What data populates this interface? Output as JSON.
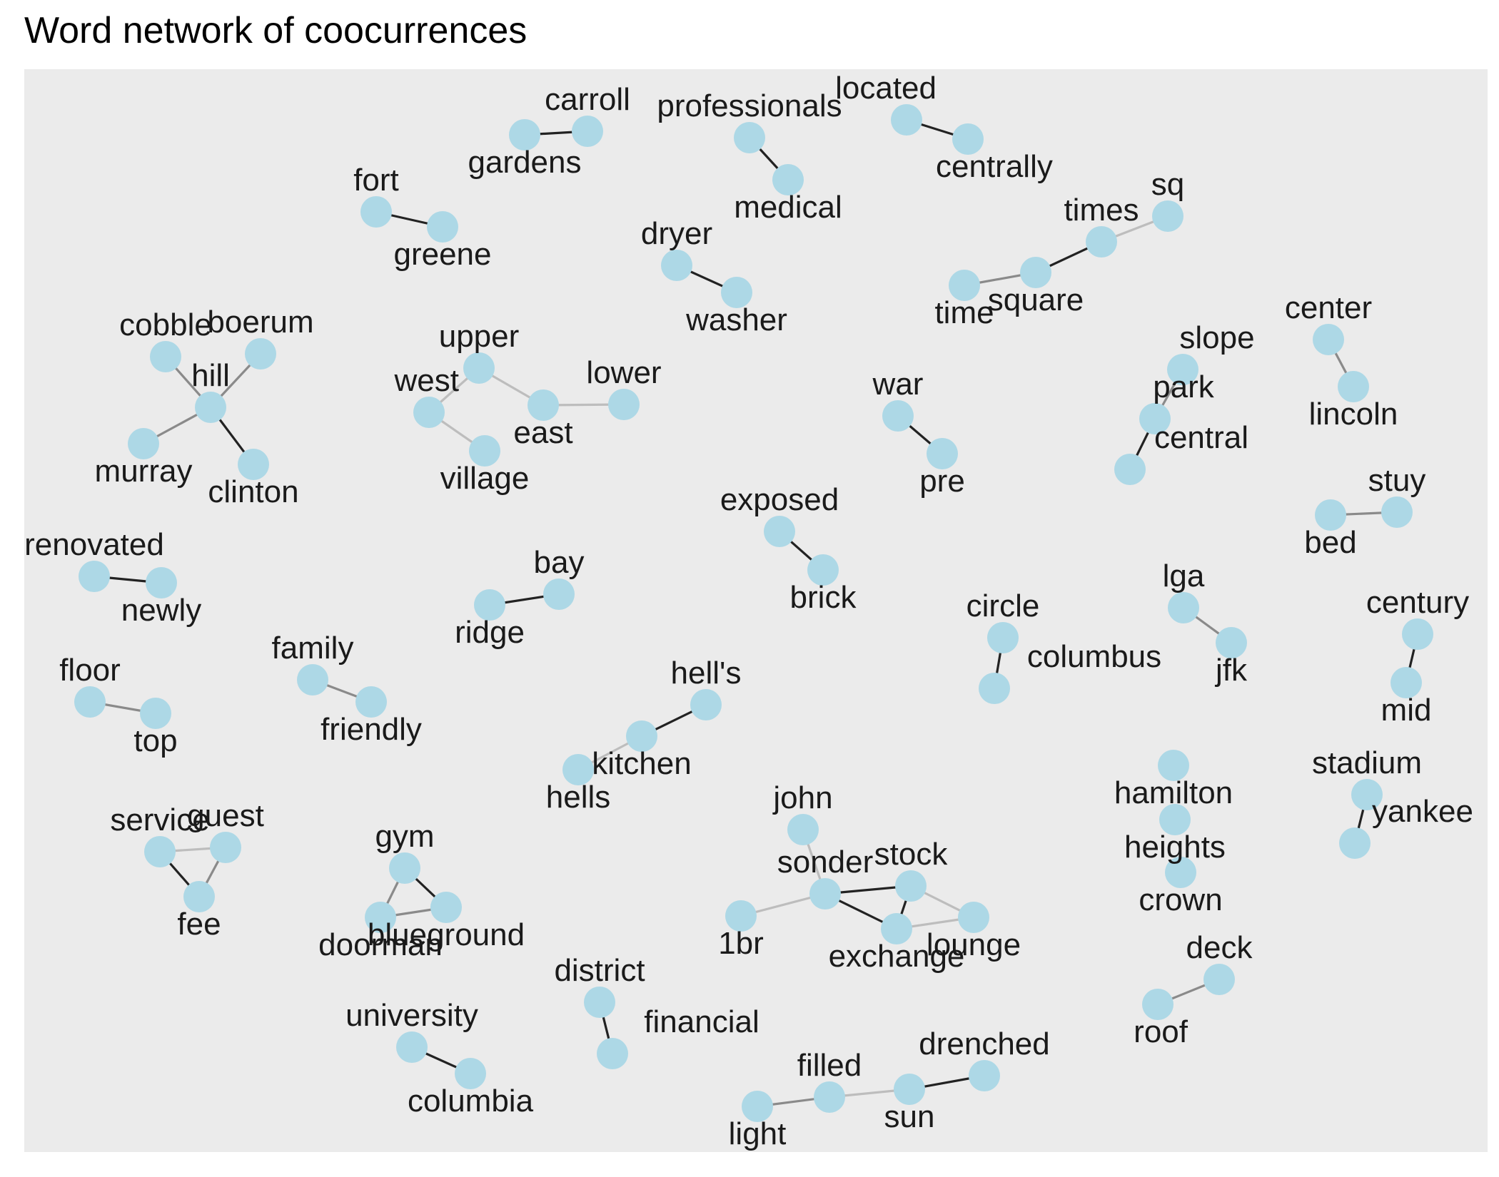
{
  "chart_data": {
    "type": "network",
    "title": "Word network of coocurrences",
    "colors": {
      "panel_background": "#ebebeb",
      "node_fill": "#add8e6",
      "edge_strong": "#222222",
      "edge_medium": "#8a8a8a",
      "edge_weak": "#bdbdbd"
    },
    "nodes": [
      "carroll",
      "gardens",
      "professionals",
      "medical",
      "located",
      "centrally",
      "fort",
      "greene",
      "dryer",
      "washer",
      "times",
      "sq",
      "time",
      "square",
      "cobble",
      "boerum",
      "hill",
      "murray",
      "clinton",
      "upper",
      "west",
      "east",
      "lower",
      "village",
      "war",
      "pre",
      "slope",
      "park",
      "central",
      "center",
      "lincoln",
      "exposed",
      "brick",
      "stuy",
      "bed",
      "renovated",
      "newly",
      "bay",
      "ridge",
      "circle",
      "columbus",
      "lga",
      "jfk",
      "century",
      "mid",
      "family",
      "friendly",
      "floor",
      "top",
      "hell's",
      "kitchen",
      "hells",
      "hamilton",
      "heights",
      "crown",
      "stadium",
      "yankee",
      "service",
      "guest",
      "fee",
      "gym",
      "doorman",
      "blueground",
      "john",
      "sonder",
      "stock",
      "1br",
      "exchange",
      "lounge",
      "district",
      "financial",
      "deck",
      "roof",
      "university",
      "columbia",
      "filled",
      "drenched",
      "light",
      "sun"
    ],
    "edges": [
      {
        "from": "gardens",
        "to": "carroll",
        "strength": "strong"
      },
      {
        "from": "professionals",
        "to": "medical",
        "strength": "strong"
      },
      {
        "from": "located",
        "to": "centrally",
        "strength": "strong"
      },
      {
        "from": "fort",
        "to": "greene",
        "strength": "strong"
      },
      {
        "from": "dryer",
        "to": "washer",
        "strength": "strong"
      },
      {
        "from": "time",
        "to": "square",
        "strength": "medium"
      },
      {
        "from": "square",
        "to": "times",
        "strength": "strong"
      },
      {
        "from": "times",
        "to": "sq",
        "strength": "weak"
      },
      {
        "from": "cobble",
        "to": "hill",
        "strength": "medium"
      },
      {
        "from": "boerum",
        "to": "hill",
        "strength": "medium"
      },
      {
        "from": "murray",
        "to": "hill",
        "strength": "medium"
      },
      {
        "from": "hill",
        "to": "clinton",
        "strength": "strong"
      },
      {
        "from": "west",
        "to": "upper",
        "strength": "weak"
      },
      {
        "from": "upper",
        "to": "east",
        "strength": "weak"
      },
      {
        "from": "east",
        "to": "lower",
        "strength": "weak"
      },
      {
        "from": "west",
        "to": "village",
        "strength": "weak"
      },
      {
        "from": "war",
        "to": "pre",
        "strength": "strong"
      },
      {
        "from": "slope",
        "to": "park",
        "strength": "medium"
      },
      {
        "from": "park",
        "to": "central",
        "strength": "strong"
      },
      {
        "from": "center",
        "to": "lincoln",
        "strength": "medium"
      },
      {
        "from": "exposed",
        "to": "brick",
        "strength": "strong"
      },
      {
        "from": "bed",
        "to": "stuy",
        "strength": "medium"
      },
      {
        "from": "renovated",
        "to": "newly",
        "strength": "strong"
      },
      {
        "from": "ridge",
        "to": "bay",
        "strength": "strong"
      },
      {
        "from": "circle",
        "to": "columbus",
        "strength": "strong"
      },
      {
        "from": "lga",
        "to": "jfk",
        "strength": "medium"
      },
      {
        "from": "century",
        "to": "mid",
        "strength": "strong"
      },
      {
        "from": "family",
        "to": "friendly",
        "strength": "medium"
      },
      {
        "from": "floor",
        "to": "top",
        "strength": "medium"
      },
      {
        "from": "hells",
        "to": "kitchen",
        "strength": "weak"
      },
      {
        "from": "kitchen",
        "to": "hell's",
        "strength": "strong"
      },
      {
        "from": "stadium",
        "to": "yankee",
        "strength": "strong"
      },
      {
        "from": "service",
        "to": "guest",
        "strength": "weak"
      },
      {
        "from": "service",
        "to": "fee",
        "strength": "strong"
      },
      {
        "from": "guest",
        "to": "fee",
        "strength": "medium"
      },
      {
        "from": "gym",
        "to": "doorman",
        "strength": "medium"
      },
      {
        "from": "gym",
        "to": "blueground",
        "strength": "strong"
      },
      {
        "from": "doorman",
        "to": "blueground",
        "strength": "medium"
      },
      {
        "from": "john",
        "to": "sonder",
        "strength": "weak"
      },
      {
        "from": "1br",
        "to": "sonder",
        "strength": "weak"
      },
      {
        "from": "sonder",
        "to": "stock",
        "strength": "strong"
      },
      {
        "from": "sonder",
        "to": "exchange",
        "strength": "strong"
      },
      {
        "from": "stock",
        "to": "exchange",
        "strength": "strong"
      },
      {
        "from": "stock",
        "to": "lounge",
        "strength": "weak"
      },
      {
        "from": "exchange",
        "to": "lounge",
        "strength": "weak"
      },
      {
        "from": "district",
        "to": "financial",
        "strength": "strong"
      },
      {
        "from": "roof",
        "to": "deck",
        "strength": "medium"
      },
      {
        "from": "university",
        "to": "columbia",
        "strength": "strong"
      },
      {
        "from": "light",
        "to": "filled",
        "strength": "medium"
      },
      {
        "from": "filled",
        "to": "sun",
        "strength": "weak"
      },
      {
        "from": "sun",
        "to": "drenched",
        "strength": "strong"
      }
    ]
  }
}
